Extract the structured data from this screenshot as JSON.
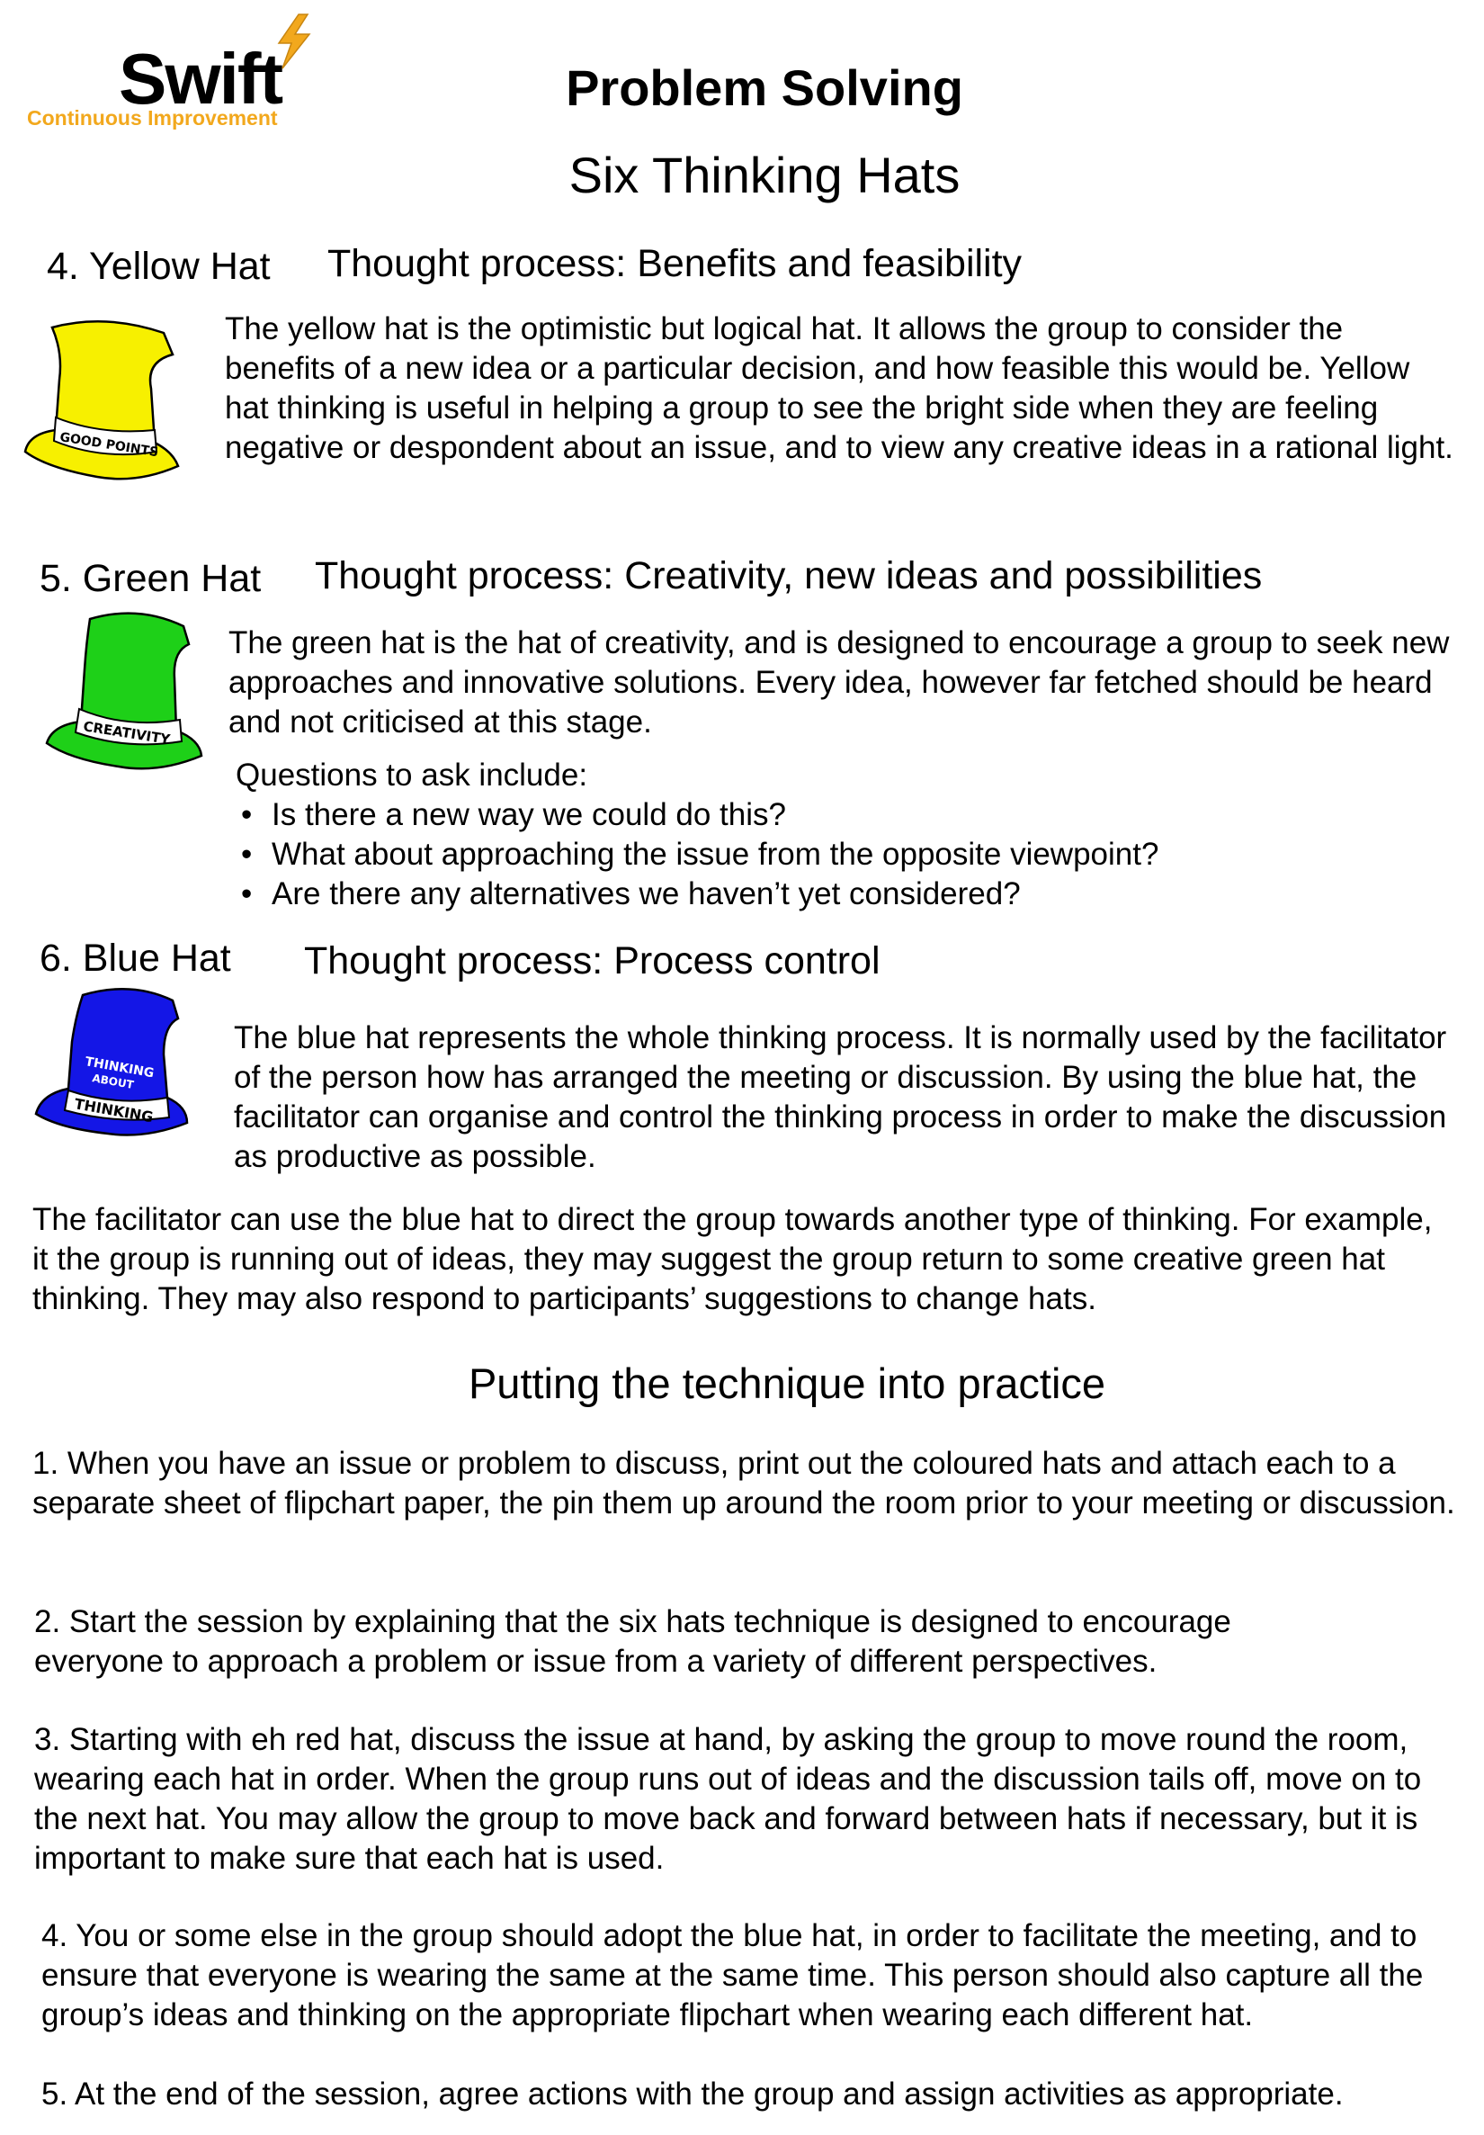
{
  "logo": {
    "word": "Swift",
    "tagline": "Continuous Improvement",
    "accent": "#f2a81d",
    "icon": "lightning-icon"
  },
  "header": {
    "title": "Problem Solving",
    "subtitle": "Six Thinking Hats"
  },
  "hats": [
    {
      "number_label": "4. Yellow Hat",
      "process": "Thought process: Benefits and feasibility",
      "hat_text": "GOOD POINTS",
      "color": "#f7f000",
      "body": "The yellow hat is the optimistic but logical hat. It allows the group to consider the benefits of a new idea or a particular decision, and how feasible this would be. Yellow hat thinking is useful in helping a group to see the bright side when they are feeling negative or despondent about an issue, and to view any creative ideas in a rational light."
    },
    {
      "number_label": "5. Green Hat",
      "process": "Thought process: Creativity, new ideas and possibilities",
      "hat_text": "CREATIVITY",
      "color": "#1ed018",
      "body": "The green hat is the hat of creativity, and is designed to encourage a group to seek new approaches and innovative solutions. Every idea, however far fetched should be heard and not criticised at this stage.",
      "questions_intro": "Questions to ask include:",
      "questions": [
        "Is there a new way we could do this?",
        "What about approaching the issue from the opposite viewpoint?",
        "Are there any alternatives we haven’t yet considered?"
      ]
    },
    {
      "number_label": "6. Blue Hat",
      "process": "Thought process: Process control",
      "hat_text_lines": [
        "THINKING",
        "ABOUT",
        "THINKING"
      ],
      "color": "#1416e6",
      "body": "The blue hat represents the whole thinking process. It is normally used by the facilitator of the person how has arranged the meeting or discussion. By using the blue hat, the facilitator can organise and control the thinking process in order to make the discussion as productive as possible."
    }
  ],
  "facilitator_note": "The facilitator can use the blue hat to direct the group towards another type of thinking. For example, it the group is running out of ideas, they may suggest the group return to some creative green hat thinking. They may also respond to participants’ suggestions to change hats.",
  "practice": {
    "heading": "Putting the technique into practice",
    "steps": [
      "1. When you have an issue or problem to discuss, print out the coloured hats and attach each to a separate sheet of flipchart paper, the pin them up around the room prior to your meeting or discussion.",
      "2. Start the session by explaining that the six hats technique is designed to encourage everyone to approach a problem or issue from a variety of different perspectives.",
      "3. Starting with eh red hat, discuss the issue at hand, by asking the group to move round the room, wearing each hat in order. When the group runs out of ideas and the discussion tails off, move on  to the next hat. You may allow the group to move back and forward between hats if necessary, but it is important to make sure that each hat is used.",
      "4. You or some else in the group should adopt the blue hat, in order to facilitate the meeting, and to ensure that everyone is wearing the same at the same time. This person should also capture all the group’s ideas and thinking on the appropriate flipchart when wearing each different hat.",
      "5. At the end of the session, agree actions with the group and assign activities as appropriate."
    ]
  }
}
